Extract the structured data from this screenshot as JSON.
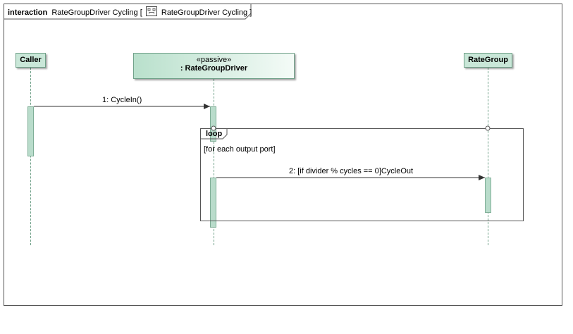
{
  "frame": {
    "keyword": "interaction",
    "name": "RateGroupDriver Cycling",
    "bracket_open": "[",
    "diagram_name": "RateGroupDriver Cycling",
    "bracket_close": "]",
    "icon": "diagram-frame-icon"
  },
  "lifelines": {
    "caller": {
      "name": "Caller"
    },
    "driver": {
      "stereotype": "«passive»",
      "name": ": RateGroupDriver"
    },
    "rategroup": {
      "name": "RateGroup"
    }
  },
  "messages": {
    "m1": {
      "label": "1: CycleIn()"
    },
    "m2": {
      "label": "2: [if divider % cycles == 0]CycleOut"
    }
  },
  "fragment": {
    "operator": "loop",
    "guard": "[for each output port]"
  },
  "colors": {
    "lifeline_fill": "#c9e7d8",
    "lifeline_border": "#6fa088",
    "activation_fill": "#b9dccb",
    "frame_border": "#555555"
  }
}
